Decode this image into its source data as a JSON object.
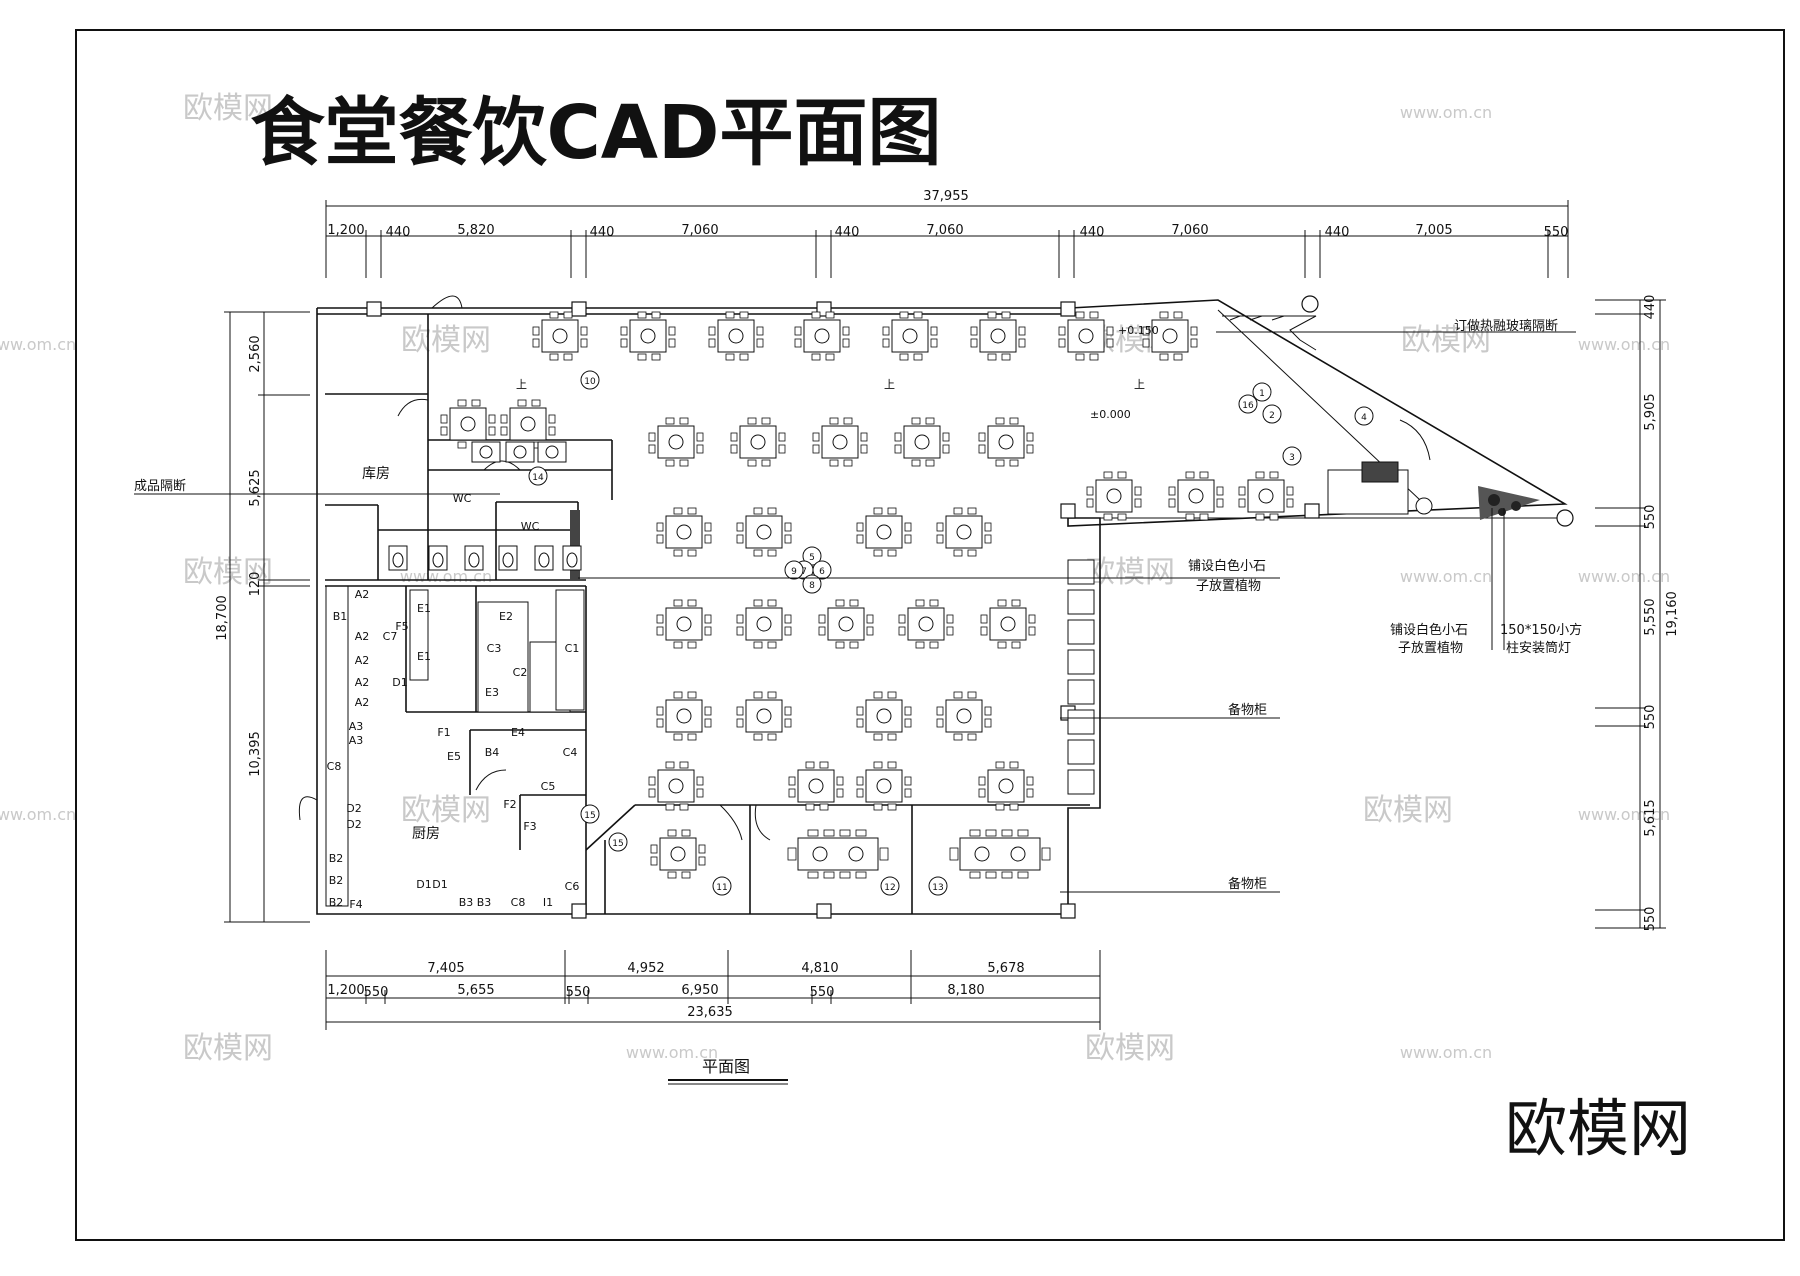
{
  "title": "食堂餐饮CAD平面图",
  "drawing_label": "平面图",
  "brand": "欧模网",
  "watermarks": [
    "欧模网",
    "www.om.cn"
  ],
  "elevation_marks": [
    "+0.150",
    "±0.000"
  ],
  "stair_label": "上",
  "rooms": {
    "storage": "库房",
    "wc": "WC",
    "kitchen": "厨房"
  },
  "annotations": {
    "finished_partition": "成品隔断",
    "glass_partition": "订做热融玻璃隔断",
    "stone_plants_1": "铺设白色小石",
    "stone_plants_2": "子放置植物",
    "column_light_1": "150*150小方",
    "column_light_2": "柱安装筒灯",
    "cabinet": "备物柜"
  },
  "dimensions": {
    "top_total": "37,955",
    "top": [
      "1,200",
      "440",
      "5,820",
      "440",
      "7,060",
      "440",
      "7,060",
      "440",
      "7,060",
      "440",
      "7,005",
      "550"
    ],
    "left_total": "18,700",
    "left": [
      "2,560",
      "5,625",
      "120",
      "10,395"
    ],
    "right_total": "19,160",
    "right": [
      "440",
      "5,905",
      "550",
      "5,550",
      "550",
      "5,615",
      "550"
    ],
    "bottom_row1": [
      "7,405",
      "4,952",
      "4,810",
      "5,678"
    ],
    "bottom_row2": [
      "1,200",
      "550",
      "5,655",
      "550",
      "6,950",
      "550",
      "8,180"
    ],
    "bottom_total": "23,635"
  },
  "kitchen_codes": [
    "A2",
    "B1",
    "A2",
    "A2",
    "A2",
    "A2",
    "A3",
    "A3",
    "C8",
    "D2",
    "D2",
    "B2",
    "B2",
    "B2",
    "F4",
    "D1",
    "D1",
    "B3",
    "B3",
    "C8",
    "I1",
    "C6",
    "F2",
    "F3",
    "C5",
    "C4",
    "B4",
    "E5",
    "F1",
    "E4",
    "C1",
    "E2",
    "C3",
    "C2",
    "E3",
    "E1",
    "E1",
    "F5",
    "C7",
    "D1"
  ],
  "symbol_numbers": [
    "1",
    "2",
    "3",
    "4",
    "5",
    "6",
    "7",
    "8",
    "9",
    "10",
    "11",
    "12",
    "13",
    "14",
    "15",
    "15",
    "16"
  ]
}
